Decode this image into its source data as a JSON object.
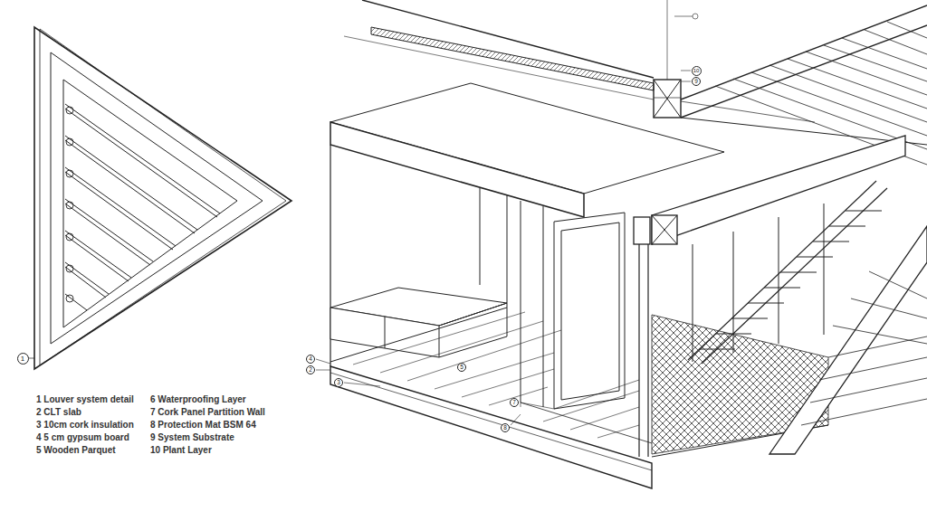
{
  "diagram": {
    "labels": [
      "1",
      "4",
      "2",
      "3",
      "5",
      "7",
      "8",
      "10",
      "9",
      "1 Louver system detail",
      "2 CLT slab",
      "3 10cm cork insulation",
      "4 5 cm gypsum board",
      "5 Wooden Parquet",
      "6 Waterproofing Layer",
      "7 Cork Panel Partition Wall",
      "8 Protection Mat BSM 64",
      "9 System Substrate",
      "10 Plant Layer"
    ]
  }
}
